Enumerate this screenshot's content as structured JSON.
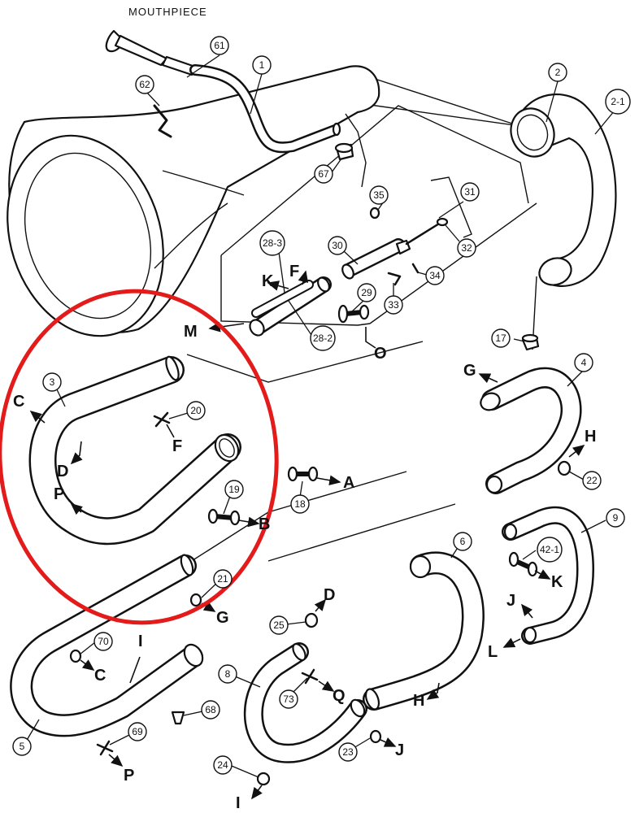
{
  "title": "MOUTHPIECE",
  "highlight_color": "#e31b1b",
  "callouts": {
    "c1": "1",
    "c2": "2",
    "c2_1": "2-1",
    "c3": "3",
    "c4": "4",
    "c5": "5",
    "c6": "6",
    "c8": "8",
    "c9": "9",
    "c17": "17",
    "c18": "18",
    "c19": "19",
    "c20": "20",
    "c21": "21",
    "c22": "22",
    "c23": "23",
    "c24": "24",
    "c25": "25",
    "c28_2": "28-2",
    "c28_3": "28-3",
    "c29": "29",
    "c30": "30",
    "c31": "31",
    "c32": "32",
    "c33": "33",
    "c34": "34",
    "c35": "35",
    "c42_1": "42-1",
    "c61": "61",
    "c62": "62",
    "c67": "67",
    "c68": "68",
    "c69": "69",
    "c70": "70",
    "c73": "73"
  },
  "letters": {
    "K1": "K",
    "F1": "F",
    "M": "M",
    "O": "O",
    "C1": "C",
    "D1": "D",
    "P1": "P",
    "F2": "F",
    "A": "A",
    "B": "B",
    "G1": "G",
    "H1": "H",
    "G2": "G",
    "J1": "J",
    "L": "L",
    "K2": "K",
    "D2": "D",
    "Q": "Q",
    "C2": "C",
    "I1": "I",
    "H2": "H",
    "J2": "J",
    "P2": "P",
    "I2": "I"
  }
}
